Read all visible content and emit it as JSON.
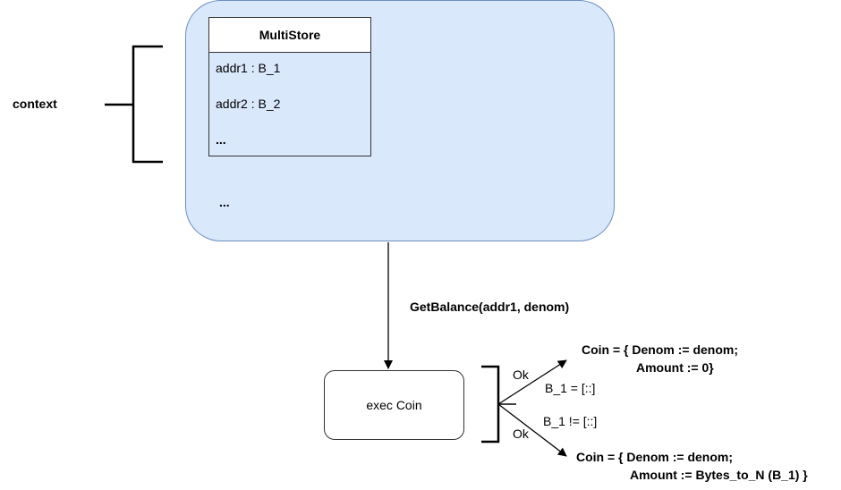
{
  "context_label": "context",
  "context_ellipsis": "...",
  "multistore": {
    "title": "MultiStore",
    "rows": [
      "addr1 : B_1",
      "addr2 : B_2",
      "..."
    ]
  },
  "call_label": "GetBalance(addr1, denom)",
  "exec_label": "exec Coin",
  "branches": {
    "top": {
      "ok": "Ok",
      "condition": "B_1 = [::]",
      "result_line1": "Coin = { Denom := denom;",
      "result_line2": "Amount := 0}"
    },
    "bottom": {
      "ok": "Ok",
      "condition": "B_1 != [::]",
      "result_line1": "Coin = { Denom := denom;",
      "result_line2": "Amount := Bytes_to_N (B_1) }"
    }
  },
  "colors": {
    "context_fill": "#dae8fc",
    "context_stroke": "#6c8ebf"
  }
}
